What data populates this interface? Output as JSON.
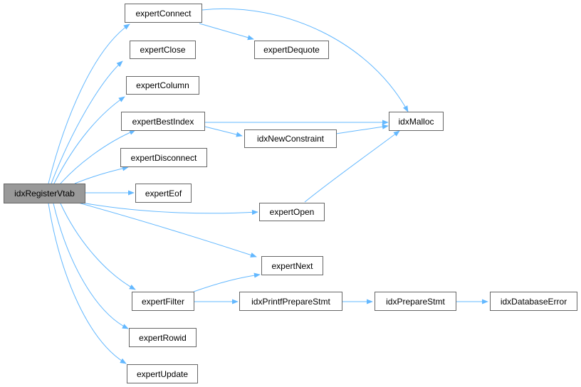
{
  "nodes": {
    "root": "idxRegisterVtab",
    "expertConnect": "expertConnect",
    "expertDequote": "expertDequote",
    "expertClose": "expertClose",
    "expertColumn": "expertColumn",
    "expertBestIndex": "expertBestIndex",
    "idxMalloc": "idxMalloc",
    "idxNewConstraint": "idxNewConstraint",
    "expertDisconnect": "expertDisconnect",
    "expertEof": "expertEof",
    "expertOpen": "expertOpen",
    "expertNext": "expertNext",
    "expertFilter": "expertFilter",
    "idxPrintfPrepareStmt": "idxPrintfPrepareStmt",
    "idxPrepareStmt": "idxPrepareStmt",
    "idxDatabaseError": "idxDatabaseError",
    "expertRowid": "expertRowid",
    "expertUpdate": "expertUpdate"
  },
  "colors": {
    "edge": "#63b8ff",
    "node_border": "#666666",
    "root_fill": "#999999",
    "node_fill": "#ffffff"
  }
}
